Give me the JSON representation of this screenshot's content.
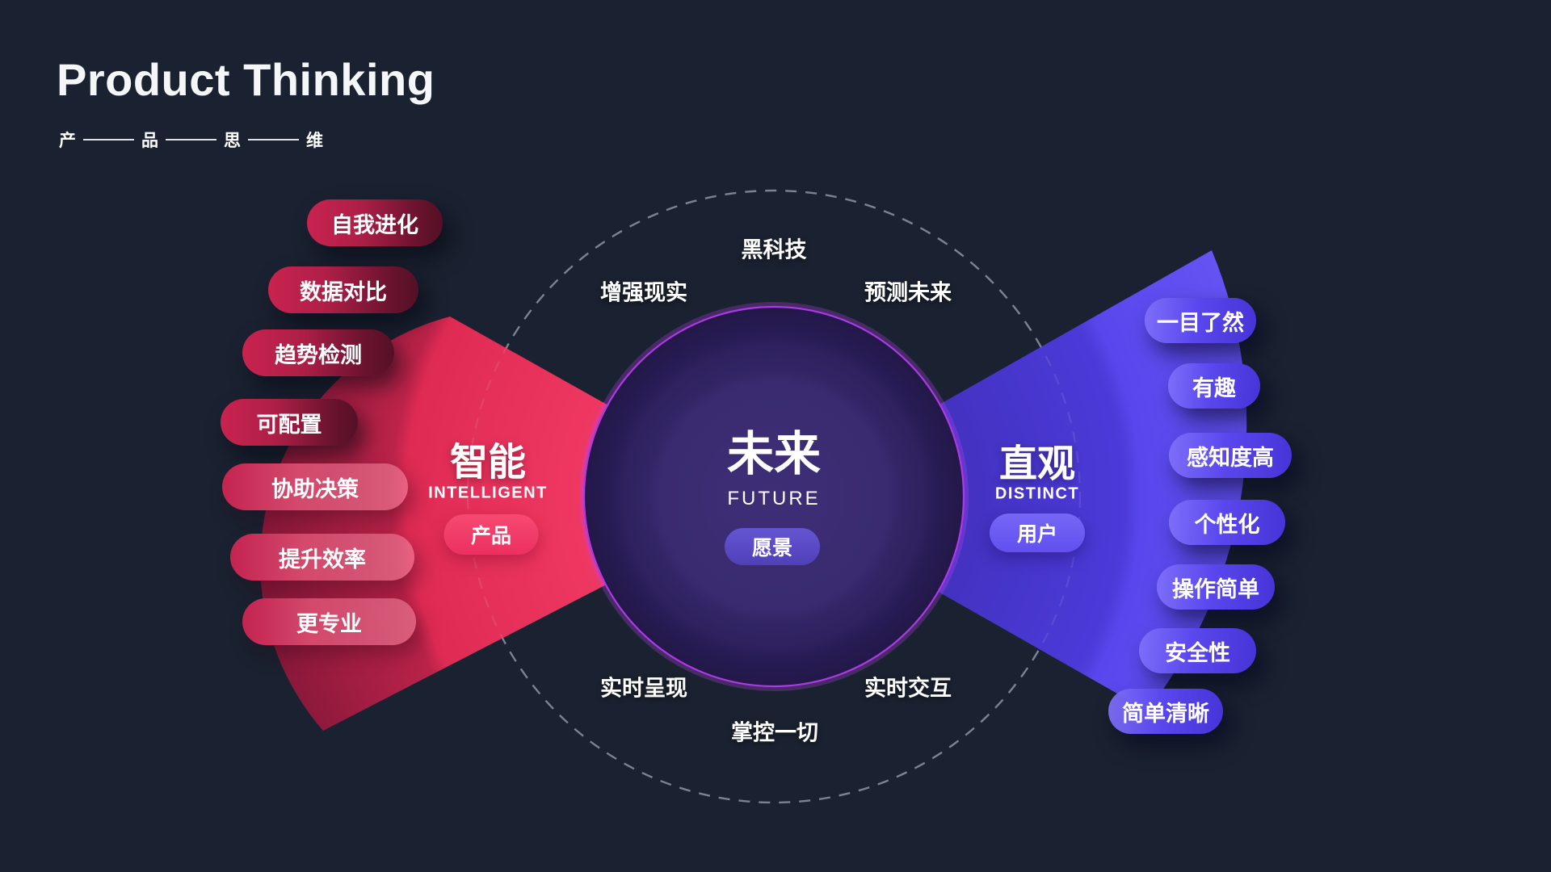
{
  "slide": {
    "title": "Product Thinking",
    "subtitle_chars": [
      "产",
      "品",
      "思",
      "维"
    ]
  },
  "center": {
    "title_zh": "未来",
    "title_en": "FUTURE",
    "badge": "愿景"
  },
  "left_wing": {
    "title_zh": "智能",
    "title_en": "INTELLIGENT",
    "badge": "产品",
    "items": [
      "自我进化",
      "数据对比",
      "趋势检测",
      "可配置",
      "协助决策",
      "提升效率",
      "更专业"
    ]
  },
  "right_wing": {
    "title_zh": "直观",
    "title_en": "DISTINCT",
    "badge": "用户",
    "items": [
      "一目了然",
      "有趣",
      "感知度高",
      "个性化",
      "操作简单",
      "安全性",
      "简单清晰"
    ]
  },
  "orbit": {
    "top": "黑科技",
    "top_left": "增强现实",
    "top_right": "预测未来",
    "bottom_left": "实时呈现",
    "bottom_right": "实时交互",
    "bottom": "掌控一切"
  },
  "colors": {
    "background": "#1a2130",
    "red_fan_bright": "#ef3560",
    "red_fan_dark": "#88183a",
    "red_pill": "#c9234f",
    "pink_badge": "#f5436e",
    "blue_fan_inner": "#4634cc",
    "blue_fan_outer": "#6a5af6",
    "blue_pill": "#5a48ee",
    "indigo_badge": "#6c5af4",
    "circle_purple": "#3b2c72",
    "circle_rim": "#ab3ae6",
    "vision_badge": "#5a4cc6",
    "dashed_orbit": "#6e7887",
    "text": "#ffffff"
  }
}
